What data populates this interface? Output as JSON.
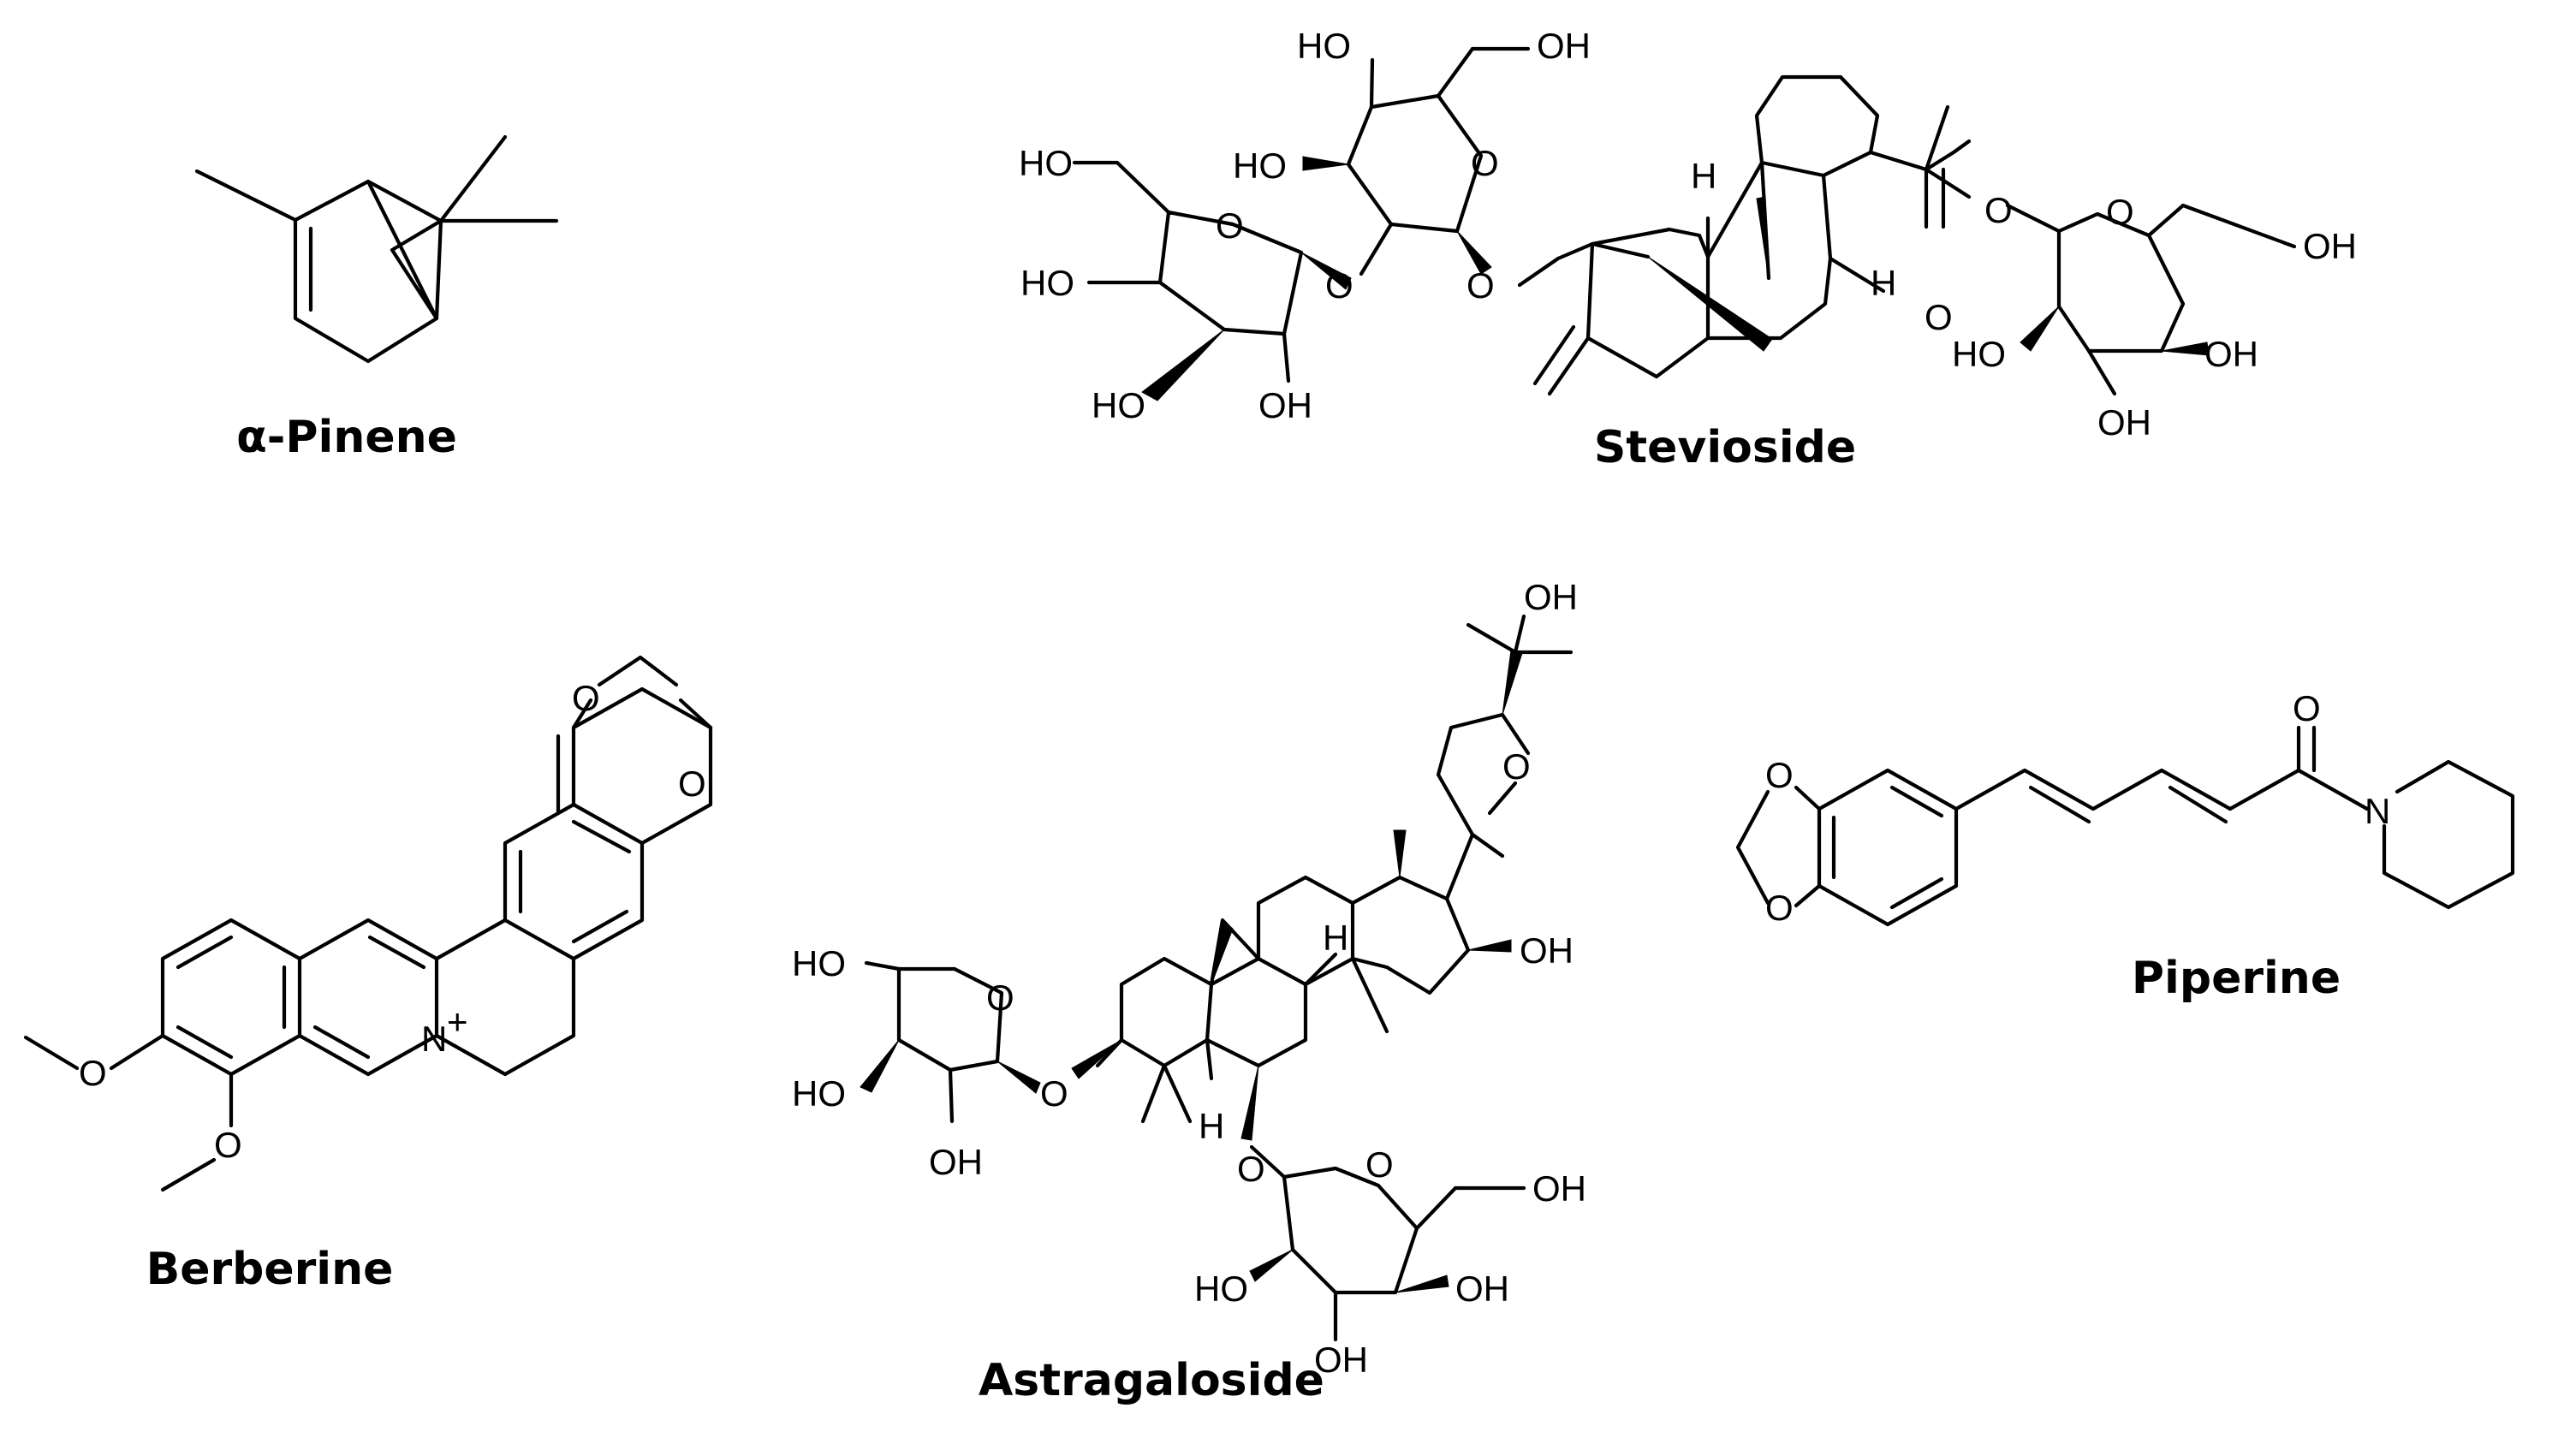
{
  "figure": {
    "background_color": "#ffffff",
    "ink_color": "#000000"
  },
  "compounds": [
    {
      "id": "alpha-pinene",
      "label": "α-Pinene"
    },
    {
      "id": "stevioside",
      "label": "Stevioside"
    },
    {
      "id": "berberine",
      "label": "Berberine"
    },
    {
      "id": "astragaloside",
      "label": "Astragaloside"
    },
    {
      "id": "piperine",
      "label": "Piperine"
    }
  ],
  "atom_labels": {
    "oh": "OH",
    "ho": "HO",
    "o": "O",
    "h": "H",
    "n": "N",
    "n_plus": "N",
    "plus": "+"
  }
}
